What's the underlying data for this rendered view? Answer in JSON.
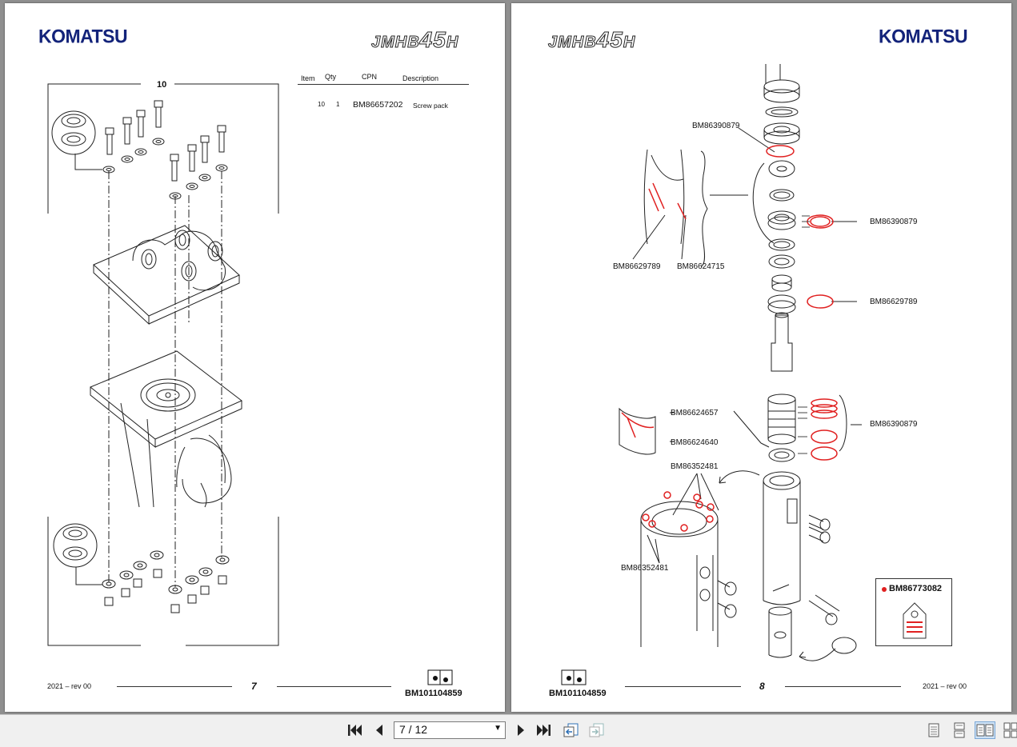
{
  "brand": "KOMATSU",
  "model": {
    "prefix": "JMHB",
    "number": "45",
    "suffix": "H"
  },
  "left_page": {
    "group_item": "10",
    "table": {
      "headers": {
        "item": "Item",
        "qty": "Qty",
        "cpn": "CPN",
        "desc": "Description"
      },
      "rows": [
        {
          "item": "10",
          "qty": "1",
          "cpn": "BM86657202",
          "desc": "Screw pack"
        }
      ]
    },
    "footer": {
      "date_rev": "2021 – rev 00",
      "page_no": "7",
      "doc_no": "BM101104859"
    }
  },
  "right_page": {
    "callouts": {
      "c1": "BM86390879",
      "c2": "BM86629789",
      "c3": "BM86629789",
      "c4": "BM86624715",
      "c5": "BM86390879",
      "c6": "BM86624657",
      "c7": "BM86624640",
      "c8": "BM86390879",
      "c9": "BM86352481",
      "c10": "BM86352481"
    },
    "kit_label": "BM86773082",
    "footer": {
      "doc_no": "BM101104859",
      "page_no": "8",
      "date_rev": "2021 – rev 00"
    }
  },
  "toolbar": {
    "page_indicator": "7 / 12",
    "icons": [
      "first-page-icon",
      "prev-page-icon",
      "next-page-icon",
      "last-page-icon",
      "go-back-view-icon",
      "go-forward-view-icon",
      "single-page-view-icon",
      "continuous-view-icon",
      "facing-view-icon",
      "continuous-facing-view-icon"
    ]
  },
  "colors": {
    "brand_blue": "#13237a",
    "highlight_red": "#e02020",
    "viewer_bg": "#8f8f8f"
  }
}
